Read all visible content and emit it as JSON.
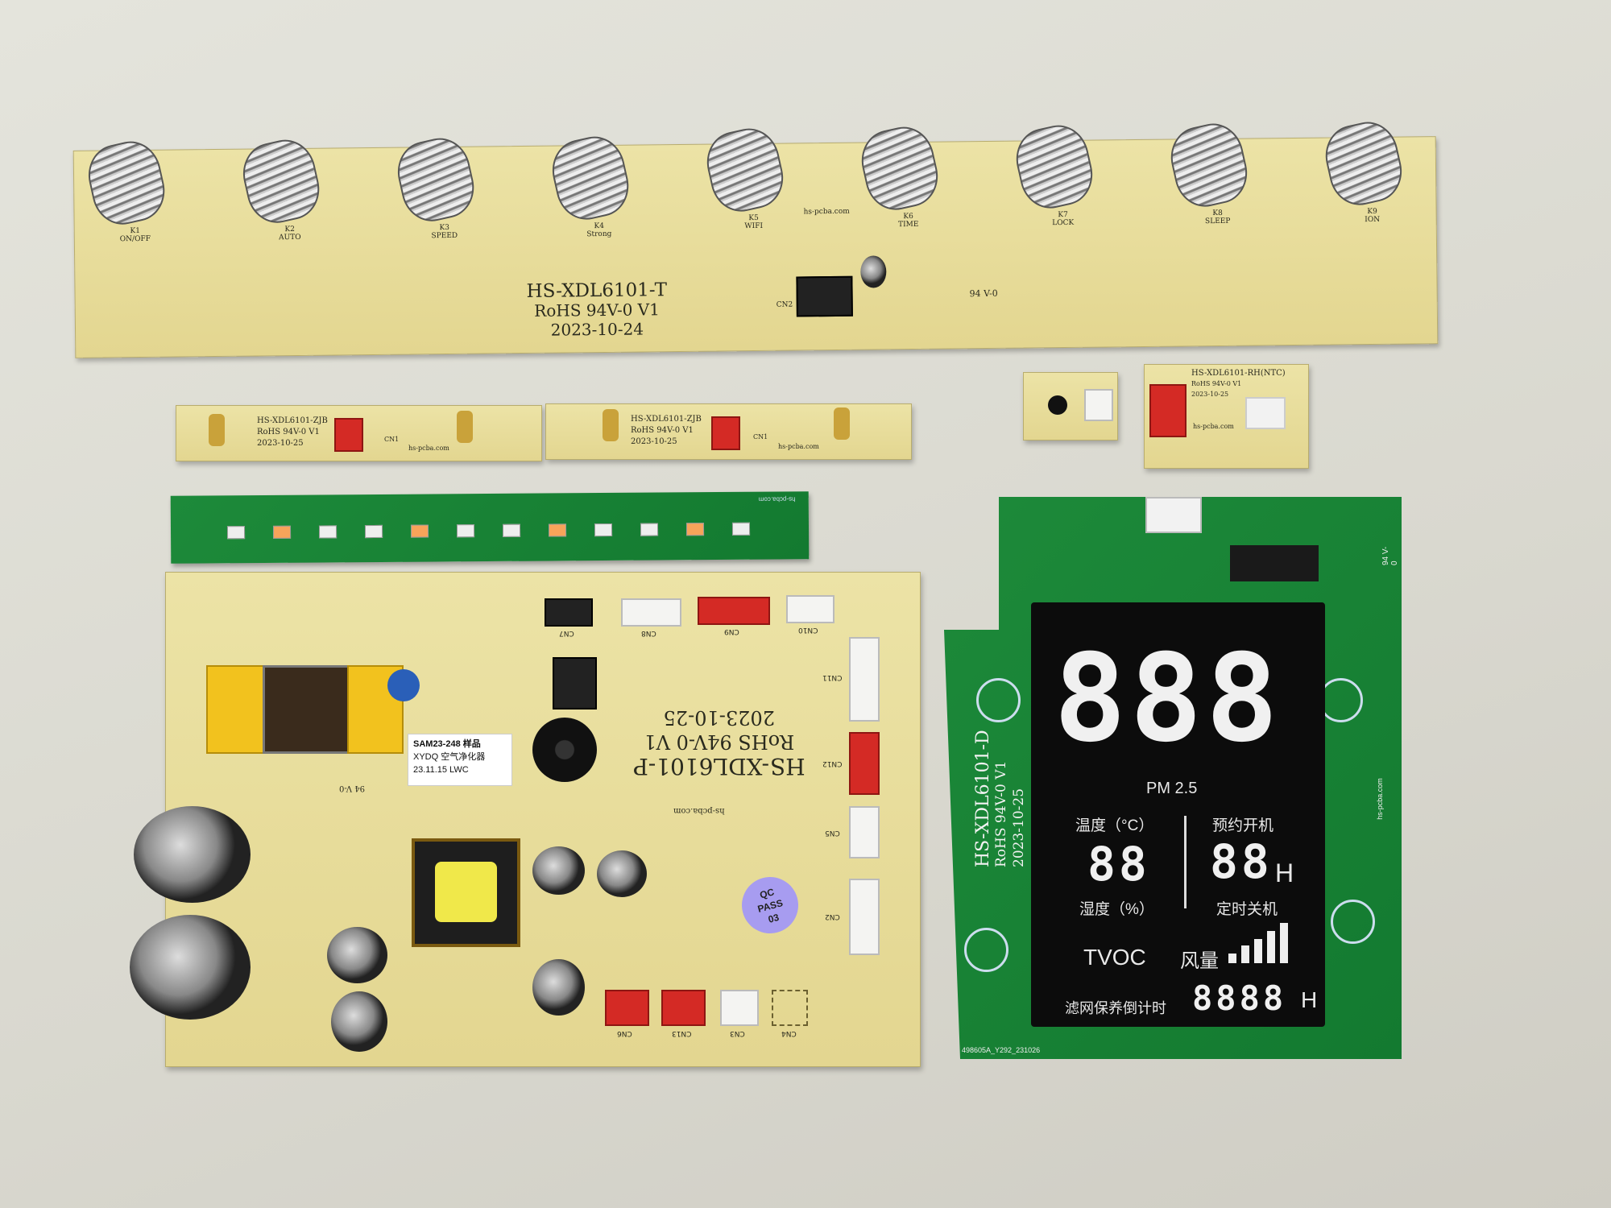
{
  "top_board": {
    "model": "HS-XDL6101-T",
    "rohs": "RoHS 94V-0 V1",
    "date": "2023-10-24",
    "connector": "CN2",
    "website": "hs-pcba.com",
    "ul": "94 V-0",
    "keys": [
      {
        "id": "K1",
        "label": "ON/OFF"
      },
      {
        "id": "K2",
        "label": "AUTO"
      },
      {
        "id": "K3",
        "label": "SPEED"
      },
      {
        "id": "K4",
        "label": "Strong"
      },
      {
        "id": "K5",
        "label": "WIFI"
      },
      {
        "id": "K6",
        "label": "TIME"
      },
      {
        "id": "K7",
        "label": "LOCK"
      },
      {
        "id": "K8",
        "label": "SLEEP"
      },
      {
        "id": "K9",
        "label": "ION"
      }
    ]
  },
  "zjb_boards": [
    {
      "model": "HS-XDL6101-ZJB",
      "rohs": "RoHS 94V-0 V1",
      "date": "2023-10-25",
      "connector": "CN1",
      "website": "hs-pcba.com"
    },
    {
      "model": "HS-XDL6101-ZJB",
      "rohs": "RoHS 94V-0 V1",
      "date": "2023-10-25",
      "connector": "CN1",
      "website": "hs-pcba.com"
    }
  ],
  "rh_board": {
    "model": "HS-XDL6101-RH(NTC)",
    "rohs": "RoHS 94V-0 V1",
    "date": "2023-10-25",
    "website": "hs-pcba.com"
  },
  "led_strip": {
    "website": "hs-pcba.com"
  },
  "main_board": {
    "model": "HS-XDL6101-P",
    "rohs": "RoHS 94V-0 V1",
    "date": "2023-10-25",
    "website": "hs-pcba.com",
    "ul": "94 V-0",
    "sticker": {
      "line1": "SAM23-248 样品",
      "line2": "XYDQ 空气净化器",
      "line3": "23.11.15 LWC"
    },
    "qc": {
      "line1": "QC",
      "line2": "PASS",
      "line3": "03"
    },
    "connectors": [
      "CN7",
      "CN8",
      "CN9",
      "CN10",
      "CN11",
      "CN12",
      "CN5",
      "CN2",
      "CN6",
      "CN13",
      "CN3",
      "CN4"
    ]
  },
  "display_board": {
    "model": "HS-XDL6101-D",
    "rohs": "RoHS 94V-0 V1",
    "date": "2023-10-25",
    "serial": "498605A_Y292_231026",
    "website": "hs-pcba.com",
    "ul": "94 V-0",
    "lcd": {
      "main_digits": "888",
      "pm": "PM 2.5",
      "temp": "温度（°C）",
      "hum": "湿度（%）",
      "small_digits": "88",
      "timer_on": "预约开机",
      "timer_off": "定时关机",
      "timer_digits": "88",
      "h": "H",
      "tvoc": "TVOC",
      "fan": "风量",
      "filter": "滤网保养倒计时",
      "filter_digits": "8888"
    }
  }
}
